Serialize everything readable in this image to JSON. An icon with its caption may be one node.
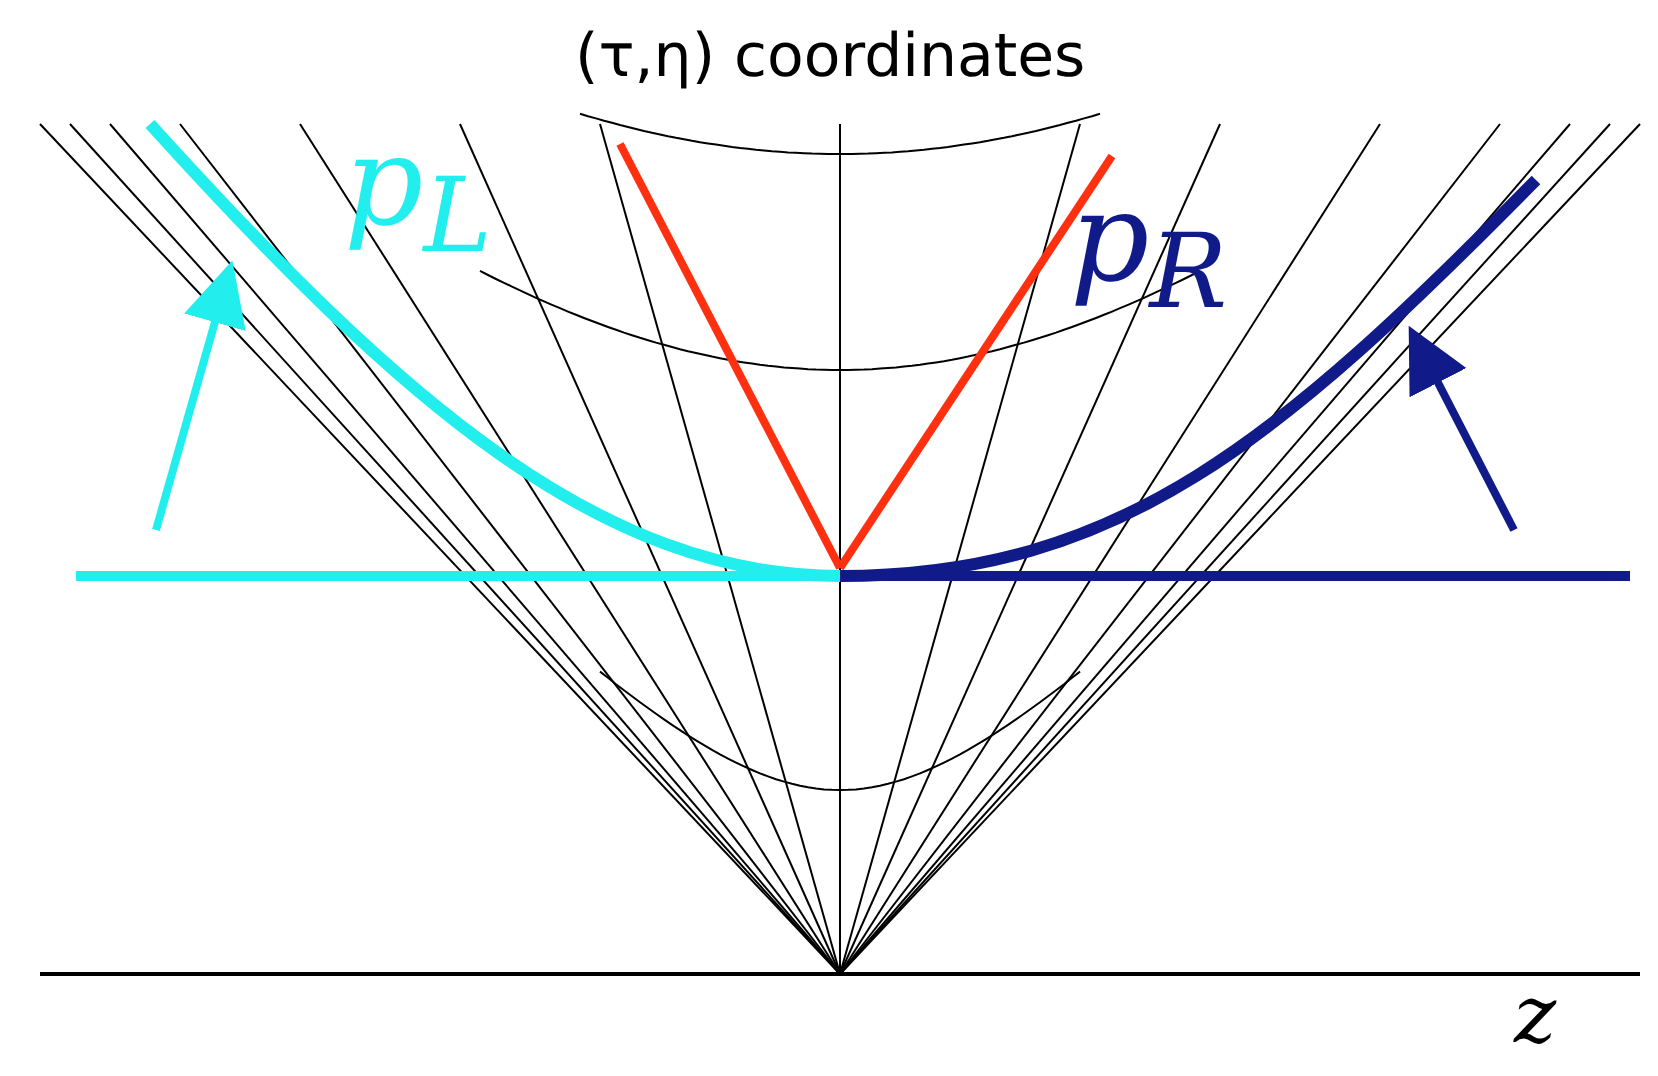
{
  "diagram": {
    "title": "(τ,η) coordinates",
    "labels": [
      "p$_{L}$",
      "p$_{R}$",
      "z"
    ]
  }
}
